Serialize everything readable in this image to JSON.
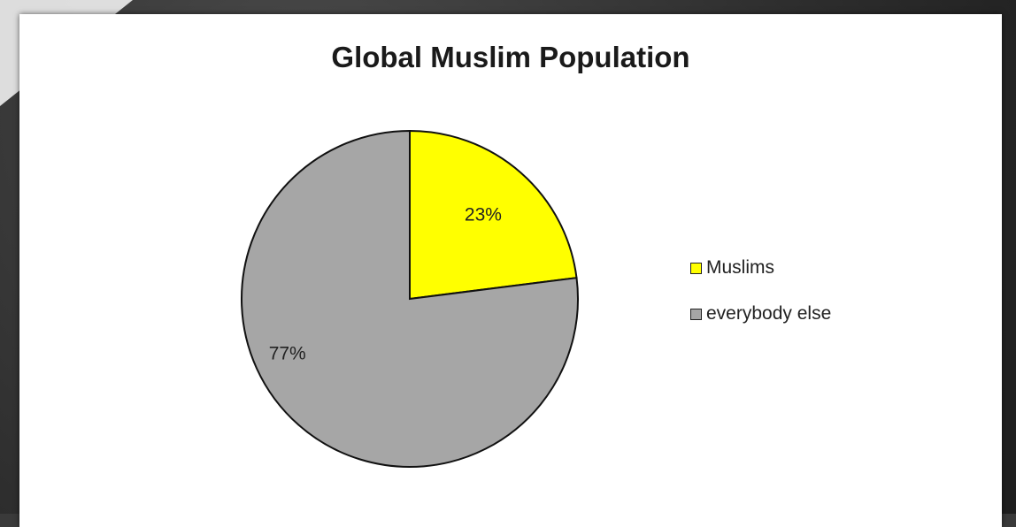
{
  "chart_data": {
    "type": "pie",
    "title": "Global Muslim Population",
    "slices": [
      {
        "label": "Muslims",
        "value": 23,
        "display": "23%",
        "color": "#ffff00"
      },
      {
        "label": "everybody else",
        "value": 77,
        "display": "77%",
        "color": "#a6a6a6"
      }
    ],
    "legend_position": "right",
    "start_angle_deg": 0,
    "direction": "clockwise"
  }
}
